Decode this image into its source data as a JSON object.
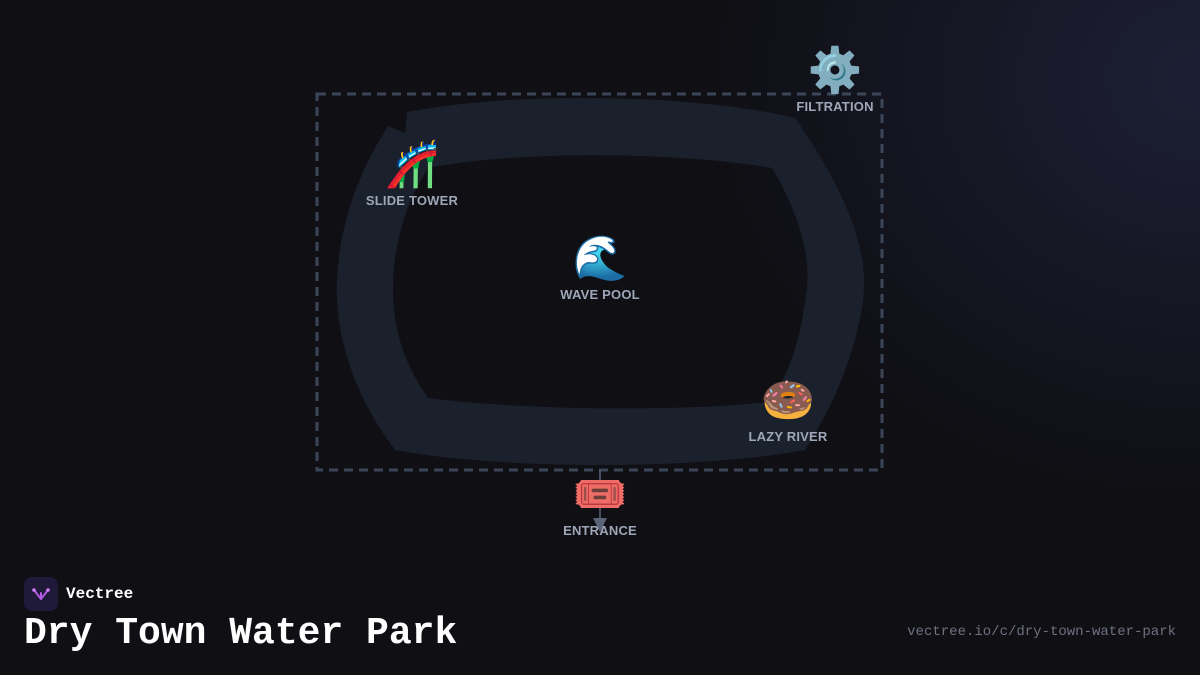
{
  "diagram": {
    "title": "Dry Town Water Park",
    "nodes": [
      {
        "id": "filtration",
        "label": "FILTRATION",
        "icon": "gear-icon",
        "glyph": "⚙️"
      },
      {
        "id": "slide-tower",
        "label": "SLIDE TOWER",
        "icon": "roller-coaster-icon",
        "glyph": "🎢"
      },
      {
        "id": "wave-pool",
        "label": "WAVE POOL",
        "icon": "wave-icon",
        "glyph": "🌊"
      },
      {
        "id": "lazy-river",
        "label": "LAZY RIVER",
        "icon": "donut-icon",
        "glyph": "🍩"
      },
      {
        "id": "entrance",
        "label": "ENTRANCE",
        "icon": "ticket-icon",
        "glyph": "🎟️"
      }
    ],
    "colors": {
      "boundary": "#3b4658",
      "river": "#1a202c",
      "arrow": "#5a6478"
    }
  },
  "brand": {
    "name": "Vectree",
    "icon": "vectree-logo-icon"
  },
  "footer": {
    "url": "vectree.io/c/dry-town-water-park"
  }
}
